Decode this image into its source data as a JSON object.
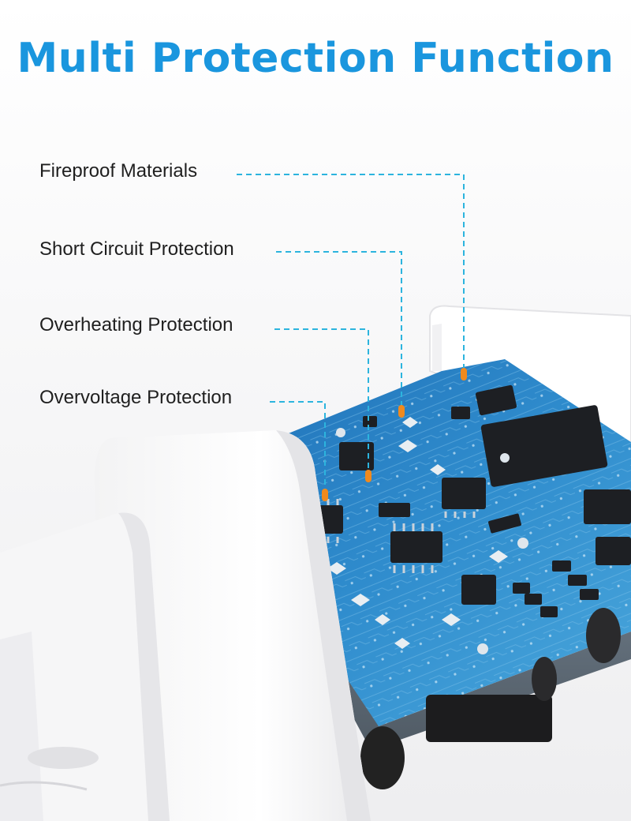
{
  "title": "Multi Protection Function",
  "callouts": [
    {
      "label": "Fireproof Materials"
    },
    {
      "label": "Short Circuit Protection"
    },
    {
      "label": "Overheating Protection"
    },
    {
      "label": "Overvoltage Protection"
    }
  ],
  "colors": {
    "title": "#1a96de",
    "leader_line": "#2cb4de",
    "marker": "#f08a1e",
    "pcb": "#2e87c8",
    "housing": "#ffffff"
  }
}
